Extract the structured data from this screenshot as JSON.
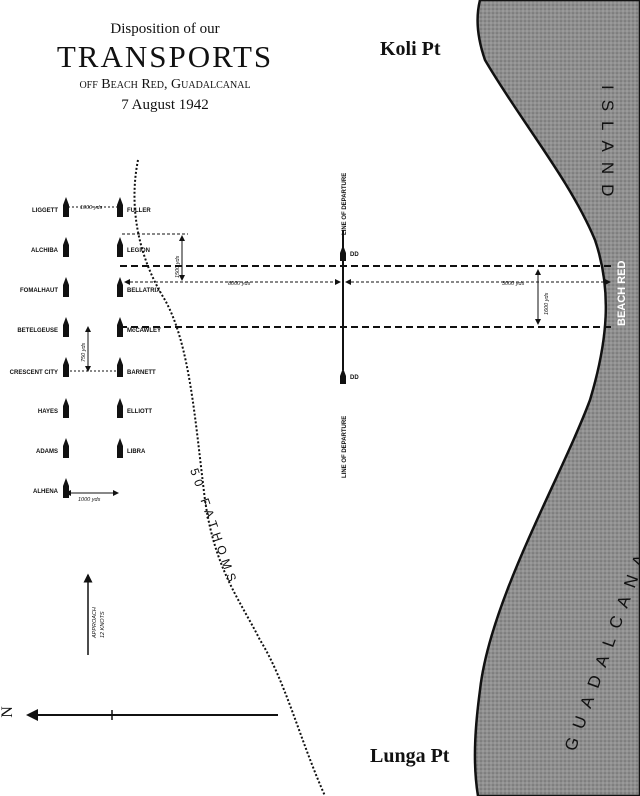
{
  "title": {
    "line1": "Disposition of our",
    "line2": "TRANSPORTS",
    "line3": "off Beach Red, Guadalcanal",
    "line4": "7 August 1942"
  },
  "places": {
    "koli": "Koli Pt",
    "lunga": "Lunga Pt",
    "beach": "BEACH RED",
    "island_top": "ISLAND",
    "island_bottom": "GUADALCANAL"
  },
  "ships": {
    "left_column": [
      "LIGGETT",
      "ALCHIBA",
      "FOMALHAUT",
      "BETELGEUSE",
      "CRESCENT CITY",
      "HAYES",
      "ADAMS",
      "ALHENA"
    ],
    "right_column": [
      "FULLER",
      "LEGION",
      "BELLATRIX",
      "McCAWLEY",
      "BARNETT",
      "ELLIOTT",
      "LIBRA"
    ]
  },
  "distances": {
    "top_gap": "1000 yds",
    "vertical_1500": "1500 yds",
    "d_8000": "8000 yds",
    "d_3000": "3000 yds",
    "d_1600": "1600 yds",
    "d_750": "750 yds",
    "bottom_gap": "1000 yds"
  },
  "departure": {
    "top_label": "LINE OF DEPARTURE",
    "bottom_label": "LINE OF DEPARTURE",
    "marker": "DD"
  },
  "depth": "50 FATHOMS",
  "approach": {
    "line1": "APPROACH",
    "line2": "12 KNOTS"
  },
  "compass": "N",
  "colors": {
    "ink": "#111111",
    "land": "#8a8a8a"
  }
}
